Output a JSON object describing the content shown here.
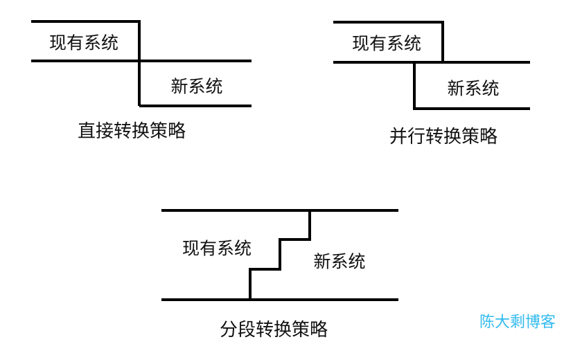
{
  "diagrams": [
    {
      "old_label": "现有系统",
      "new_label": "新系统",
      "title": "直接转换策略"
    },
    {
      "old_label": "现有系统",
      "new_label": "新系统",
      "title": "并行转换策略"
    },
    {
      "old_label": "现有系统",
      "new_label": "新系统",
      "title": "分段转换策略"
    }
  ],
  "watermark": {
    "text": "陈大剩博客",
    "color": "#33bbee"
  },
  "colors": {
    "line": "#000000",
    "background": "#ffffff"
  }
}
